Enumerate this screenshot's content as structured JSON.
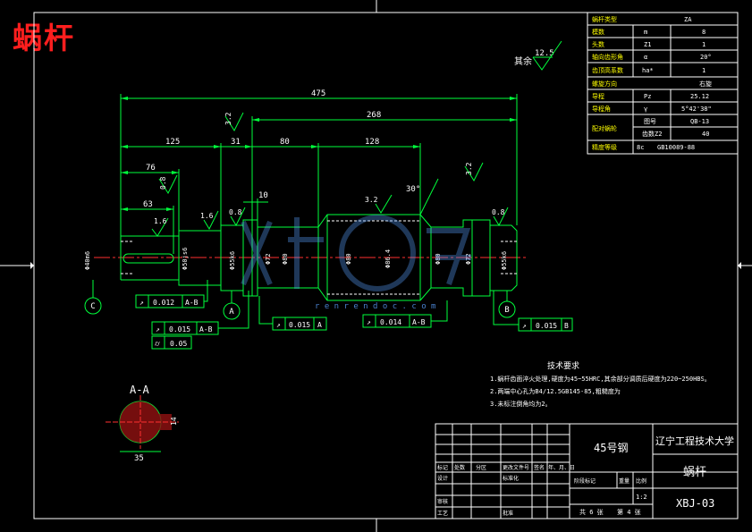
{
  "header": {
    "part_title": "蜗杆"
  },
  "colors": {
    "bg": "#000000",
    "line": "#00ff3c",
    "white": "#ffffff",
    "yellow": "#ffff00",
    "red": "#ff1e1e",
    "axis": "#ff3030",
    "watermark": "#5aa0ff"
  },
  "dimensions": {
    "overall": "475",
    "d268": "268",
    "d125": "125",
    "d31": "31",
    "d80": "80",
    "d128": "128",
    "d76": "76",
    "d63": "63",
    "d10": "10",
    "angle": "30°",
    "section_width": "35",
    "section_key": "14"
  },
  "roughness": {
    "overall_value": "12.5",
    "overall_label": "其余",
    "r32a": "3.2",
    "r32b": "3.2",
    "r32c": "3.2",
    "r16a": "1.6",
    "r16b": "1.6",
    "r08a": "0.8",
    "r08b": "0.8",
    "r08c": "0.8"
  },
  "datums": {
    "c": "C",
    "a": "A",
    "b": "B"
  },
  "section": {
    "label": "A-A"
  },
  "tolerance_frames": [
    {
      "sym": "↗",
      "value": "0.012",
      "ref": "A-B"
    },
    {
      "sym": "↗",
      "value": "0.015",
      "ref": "A-B"
    },
    {
      "sym": "⌭",
      "value": "0.05",
      "ref": ""
    },
    {
      "sym": "↗",
      "value": "0.015",
      "ref": "A"
    },
    {
      "sym": "↗",
      "value": "0.014",
      "ref": "A-B"
    },
    {
      "sym": "↗",
      "value": "0.015",
      "ref": "B"
    }
  ],
  "notes": {
    "title": "技术要求",
    "line1": "1.蜗杆齿面淬火处理,硬度为45~55HRC,其余部分调质后硬度为220~250HBS。",
    "line2": "2.两端中心孔为B4/12.5GB145-85,粗糙度为",
    "line3": "3.未标注倒角均为2。"
  },
  "param_table": {
    "rows": [
      [
        "蜗杆类型",
        "",
        "ZA"
      ],
      [
        "模数",
        "m",
        "8"
      ],
      [
        "头数",
        "Z1",
        "1"
      ],
      [
        "轴向齿形角",
        "α",
        "20°"
      ],
      [
        "齿顶高系数",
        "ha*",
        "1"
      ],
      [
        "螺旋方向",
        "",
        "右旋"
      ],
      [
        "导程",
        "Pz",
        "25.12"
      ],
      [
        "导程角",
        "γ",
        "5°42'38\""
      ],
      [
        "配对蜗轮",
        "图号",
        "QB-13"
      ],
      [
        "",
        "齿数Z2",
        "40"
      ],
      [
        "精度等级",
        "8c",
        "GB10089-88"
      ]
    ]
  },
  "title_block": {
    "material": "45号钢",
    "school": "辽宁工程技术大学",
    "part_name": "蜗杆",
    "drawing_no": "XBJ-03",
    "scale": "1:2",
    "sheet_total": "共 6 张",
    "sheet_current": "第 4 张",
    "row_labels": [
      "标记",
      "处数",
      "分区",
      "更改文件号",
      "签名",
      "年、月、日"
    ],
    "left_labels": [
      "设计",
      "审核",
      "工艺"
    ],
    "design_std": "标准化",
    "mid_labels": [
      "阶段标记",
      "重量",
      "比例"
    ],
    "approve": "批准"
  },
  "watermark": {
    "text": "r e n r e n d o c . c o m"
  }
}
